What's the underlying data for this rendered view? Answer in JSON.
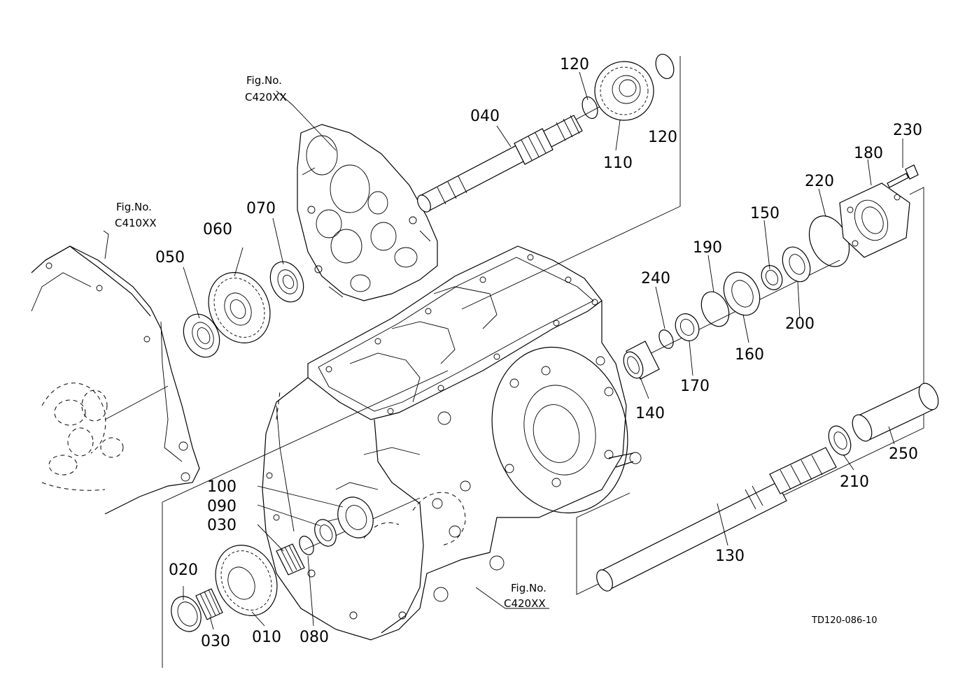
{
  "parts": [
    {
      "id": "p010",
      "label": "010"
    },
    {
      "id": "p020",
      "label": "020"
    },
    {
      "id": "p030a",
      "label": "030"
    },
    {
      "id": "p030b",
      "label": "030"
    },
    {
      "id": "p040",
      "label": "040"
    },
    {
      "id": "p050",
      "label": "050"
    },
    {
      "id": "p060",
      "label": "060"
    },
    {
      "id": "p070",
      "label": "070"
    },
    {
      "id": "p080",
      "label": "080"
    },
    {
      "id": "p090",
      "label": "090"
    },
    {
      "id": "p100",
      "label": "100"
    },
    {
      "id": "p110",
      "label": "110"
    },
    {
      "id": "p120a",
      "label": "120"
    },
    {
      "id": "p120b",
      "label": "120"
    },
    {
      "id": "p130",
      "label": "130"
    },
    {
      "id": "p140",
      "label": "140"
    },
    {
      "id": "p150",
      "label": "150"
    },
    {
      "id": "p160",
      "label": "160"
    },
    {
      "id": "p170",
      "label": "170"
    },
    {
      "id": "p180",
      "label": "180"
    },
    {
      "id": "p190",
      "label": "190"
    },
    {
      "id": "p200",
      "label": "200"
    },
    {
      "id": "p210",
      "label": "210"
    },
    {
      "id": "p220",
      "label": "220"
    },
    {
      "id": "p230",
      "label": "230"
    },
    {
      "id": "p240",
      "label": "240"
    },
    {
      "id": "p250",
      "label": "250"
    }
  ],
  "figure_refs": [
    {
      "id": "ref1",
      "line1": "Fig.No.",
      "line2": "C420XX"
    },
    {
      "id": "ref2",
      "line1": "Fig.No.",
      "line2": "C410XX"
    },
    {
      "id": "ref3",
      "line1": "Fig.No.",
      "line2": "C420XX"
    }
  ],
  "drawing_code": "TD120-086-10"
}
